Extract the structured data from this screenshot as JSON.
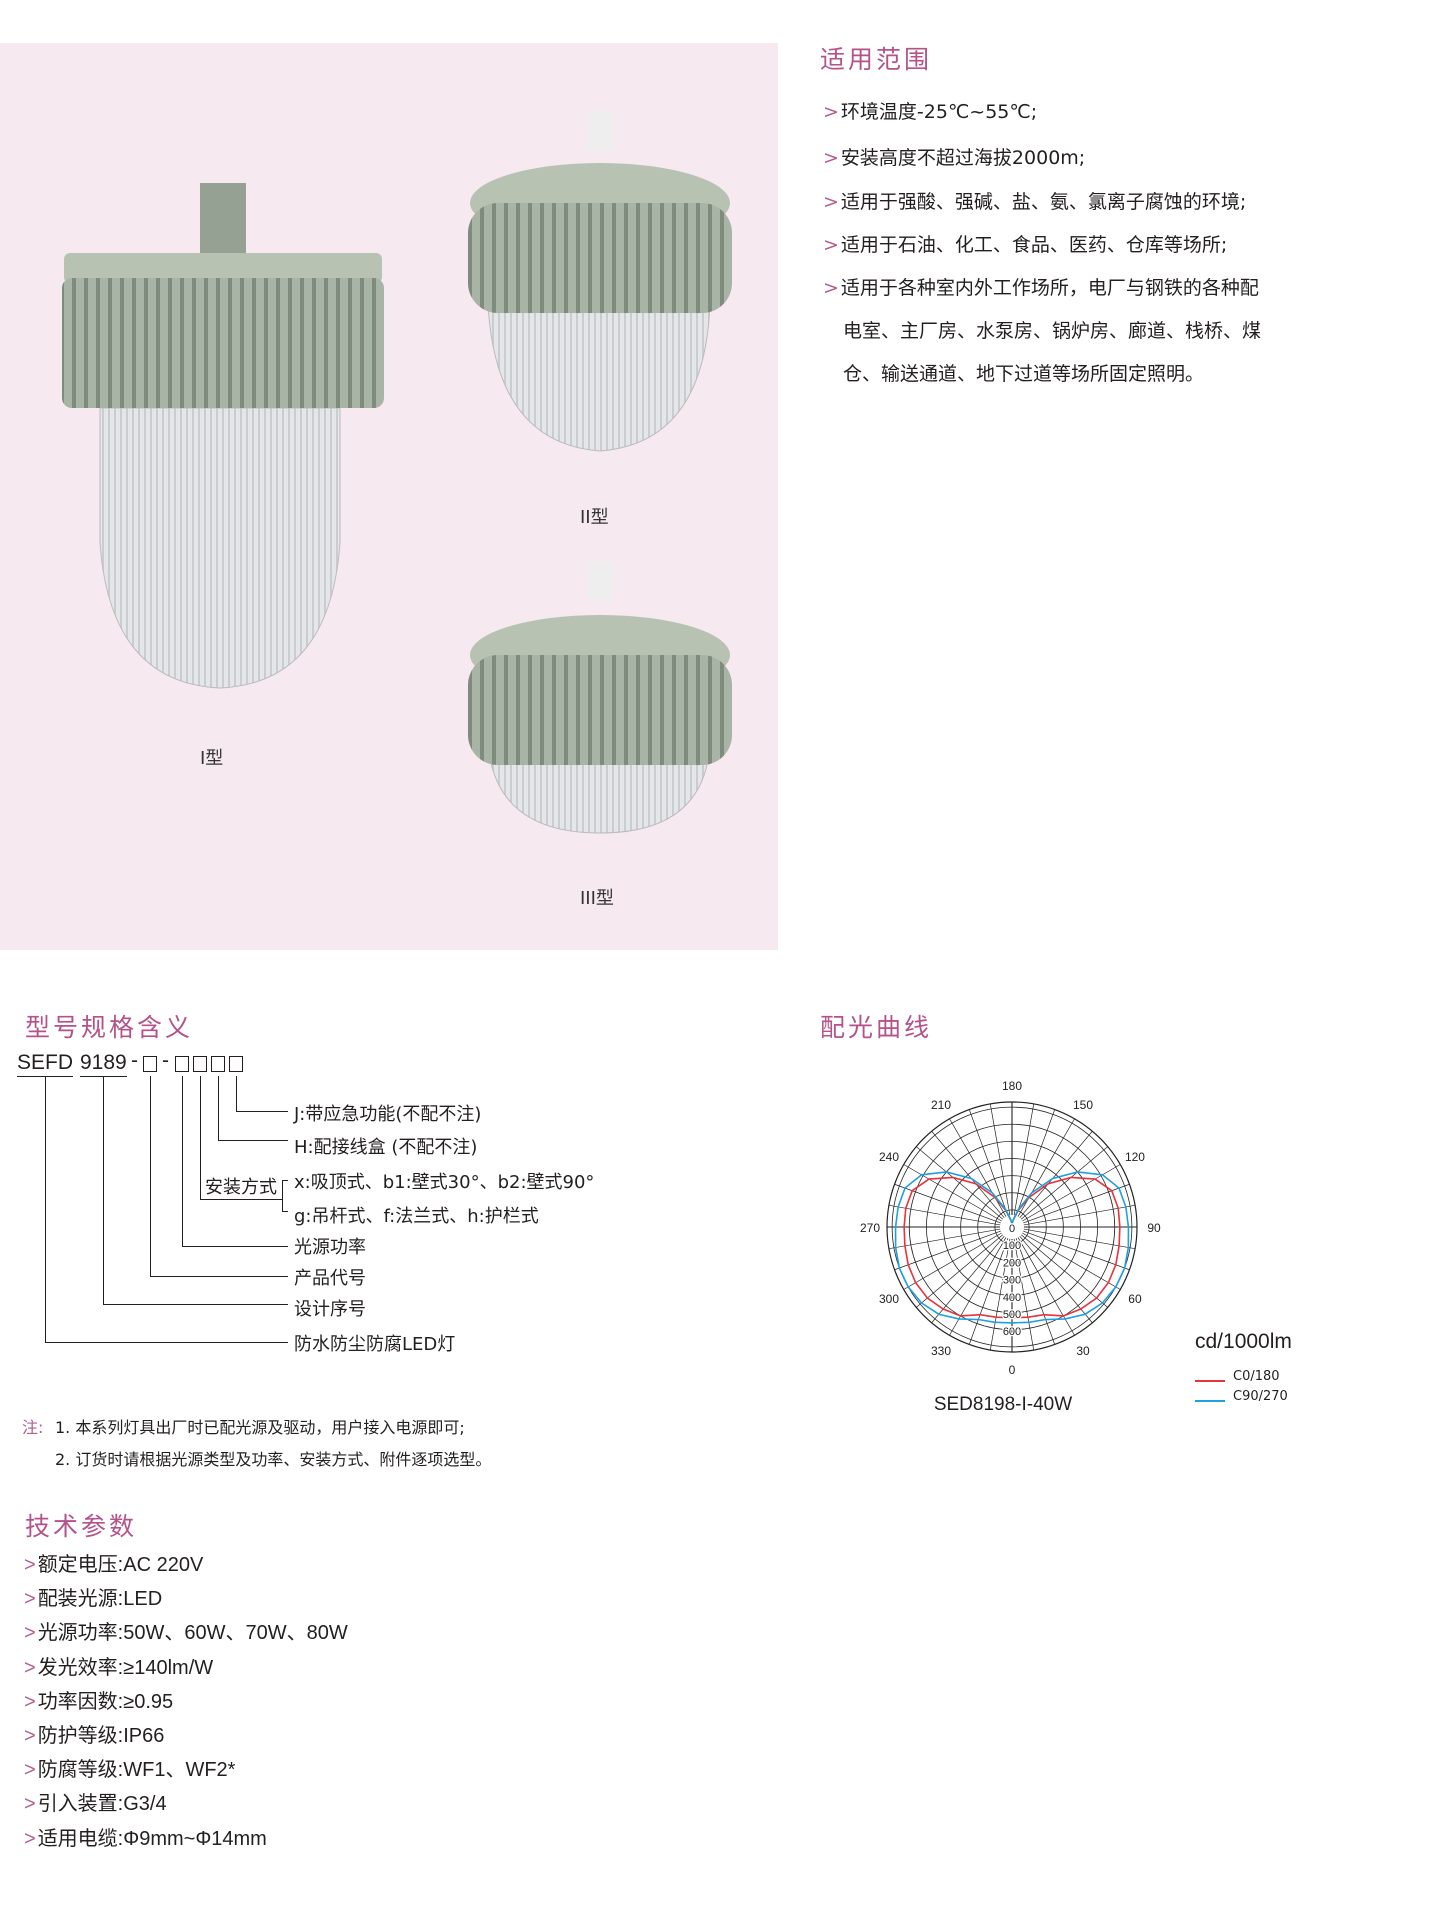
{
  "scope": {
    "title": "适用范围",
    "items": [
      "环境温度-25℃~55℃;",
      "安装高度不超过海拔2000m;",
      "适用于强酸、强碱、盐、氨、氯离子腐蚀的环境;",
      "适用于石油、化工、食品、医药、仓库等场所;",
      "适用于各种室内外工作场所，电厂与钢铁的各种配"
    ],
    "continuation": [
      "电室、主厂房、水泵房、锅炉房、廊道、栈桥、煤",
      "仓、输送通道、地下过道等场所固定照明。"
    ],
    "bullet": ">"
  },
  "products": [
    {
      "label": "I型"
    },
    {
      "label": "II型"
    },
    {
      "label": "III型"
    }
  ],
  "model": {
    "title": "型号规格含义",
    "prefix": "SEFD",
    "series": "9189",
    "dash": "-",
    "legend": {
      "j": "J:带应急功能(不配不注)",
      "h": "H:配接线盒 (不配不注)",
      "mount": "安装方式",
      "x": "x:吸顶式、b1:壁式30°、b2:壁式90°",
      "g": "g:吊杆式、f:法兰式、h:护栏式",
      "power": "光源功率",
      "product": "产品代号",
      "design": "设计序号",
      "type": "防水防尘防腐LED灯"
    }
  },
  "notes": {
    "label": "注:",
    "items": [
      "1. 本系列灯具出厂时已配光源及驱动，用户接入电源即可;",
      "2. 订货时请根据光源类型及功率、安装方式、附件逐项选型。"
    ]
  },
  "tech": {
    "title": "技术参数",
    "items": [
      "额定电压:AC 220V",
      "配装光源:LED",
      "光源功率:50W、60W、70W、80W",
      "发光效率:≥140lm/W",
      "功率因数:≥0.95",
      "防护等级:IP66",
      "防腐等级:WF1、WF2*",
      "引入装置:G3/4",
      "适用电缆:Φ9mm~Φ14mm"
    ]
  },
  "chart_data": {
    "type": "polar",
    "title": "配光曲线",
    "subtitle": "SED8198-I-40W",
    "unit": "cd/1000lm",
    "angle_labels": [
      "180",
      "150",
      "120",
      "90",
      "60",
      "30",
      "0",
      "330",
      "300",
      "270",
      "240",
      "210"
    ],
    "radial_ticks": [
      "0",
      "100",
      "200",
      "300",
      "400",
      "500",
      "600"
    ],
    "rmax": 730,
    "angles": [
      0,
      10,
      20,
      30,
      40,
      50,
      60,
      70,
      80,
      90,
      100,
      110,
      120,
      130,
      140,
      150,
      160,
      170,
      180
    ],
    "series": [
      {
        "name": "C0/180",
        "color": "#e8323c",
        "values": [
          530,
          535,
          545,
          600,
          625,
          645,
          650,
          645,
          635,
          630,
          630,
          620,
          560,
          450,
          330,
          200,
          100,
          40,
          20
        ]
      },
      {
        "name": "C90/270",
        "color": "#1ea0e0",
        "values": [
          560,
          565,
          575,
          620,
          665,
          690,
          700,
          700,
          690,
          680,
          675,
          665,
          610,
          500,
          370,
          230,
          110,
          45,
          20
        ]
      }
    ]
  }
}
